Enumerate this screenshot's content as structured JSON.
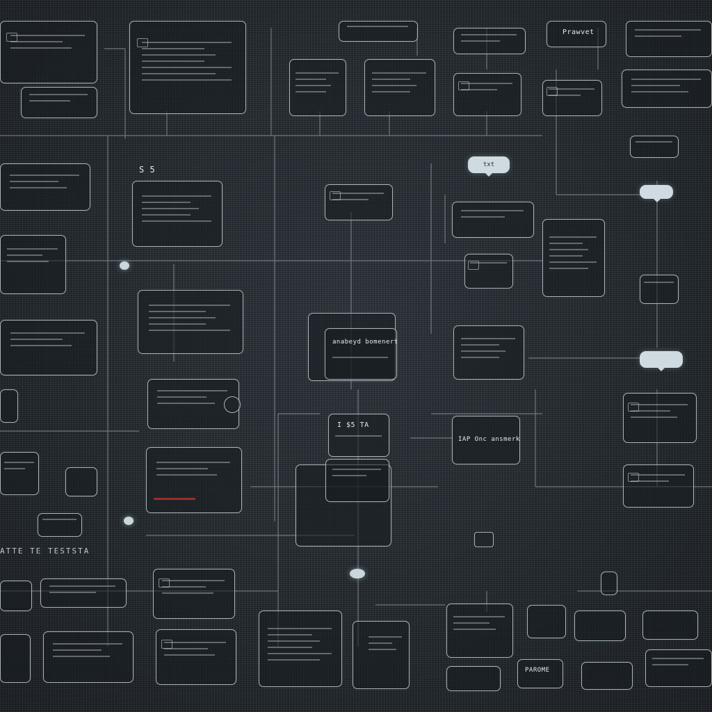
{
  "diagram": {
    "nodes": [
      {
        "id": "n1"
      },
      {
        "id": "n2"
      },
      {
        "id": "n3",
        "label": "S 5"
      },
      {
        "id": "n4"
      },
      {
        "id": "n5"
      },
      {
        "id": "n6"
      },
      {
        "id": "n7"
      },
      {
        "id": "n8"
      },
      {
        "id": "n9"
      },
      {
        "id": "n10"
      },
      {
        "id": "n11"
      },
      {
        "id": "n12"
      },
      {
        "id": "n13"
      },
      {
        "id": "n14"
      },
      {
        "id": "n15"
      },
      {
        "id": "n16"
      },
      {
        "id": "n17"
      },
      {
        "id": "n18"
      },
      {
        "id": "n19"
      },
      {
        "id": "n20"
      },
      {
        "id": "n21"
      },
      {
        "id": "n22"
      },
      {
        "id": "n23"
      },
      {
        "id": "n24"
      },
      {
        "id": "n25",
        "label": "Prawvet"
      },
      {
        "id": "n26"
      },
      {
        "id": "n27"
      },
      {
        "id": "n28"
      },
      {
        "id": "n29"
      },
      {
        "id": "n30"
      },
      {
        "id": "n31"
      },
      {
        "id": "n32",
        "label": "anabeyd bomenert"
      },
      {
        "id": "n33",
        "label": "I $5 TA"
      },
      {
        "id": "n34",
        "label": "IAP Onc ansmerk"
      },
      {
        "id": "n35"
      },
      {
        "id": "n36"
      },
      {
        "id": "n37"
      },
      {
        "id": "n38"
      },
      {
        "id": "n39"
      },
      {
        "id": "n40"
      },
      {
        "id": "n41"
      },
      {
        "id": "n42"
      },
      {
        "id": "n43"
      },
      {
        "id": "n44"
      },
      {
        "id": "n45"
      },
      {
        "id": "n46",
        "label": "PAROME"
      },
      {
        "id": "n47"
      },
      {
        "id": "n48"
      },
      {
        "id": "n49"
      },
      {
        "id": "n50"
      }
    ],
    "bubbles": [
      {
        "id": "b1",
        "text": "txt"
      },
      {
        "id": "b2",
        "text": ""
      },
      {
        "id": "b3",
        "text": ""
      }
    ],
    "side_label": "ATTE TE TESTSTA"
  }
}
